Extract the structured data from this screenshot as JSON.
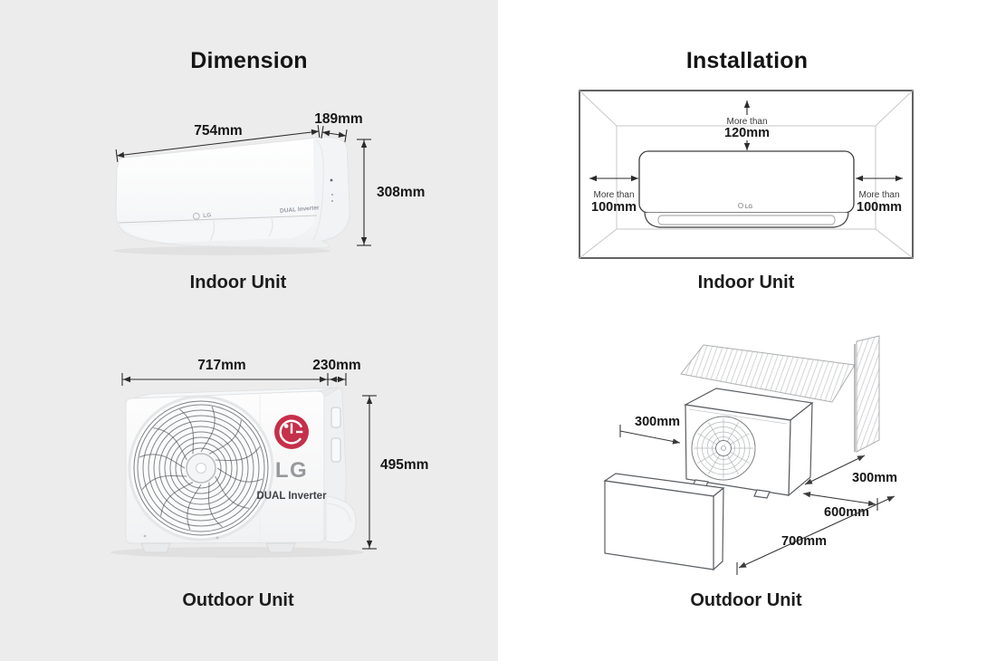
{
  "page": {
    "background_left": "#ececec",
    "background_right": "#ffffff"
  },
  "dimension": {
    "title": "Dimension",
    "indoor": {
      "caption": "Indoor Unit",
      "width": "754mm",
      "depth": "189mm",
      "height": "308mm",
      "brand": "LG",
      "badge": "DUAL Inverter"
    },
    "outdoor": {
      "caption": "Outdoor Unit",
      "width": "717mm",
      "depth": "230mm",
      "height": "495mm",
      "brand": "LG",
      "badge": "DUAL Inverter"
    }
  },
  "installation": {
    "title": "Installation",
    "indoor": {
      "caption": "Indoor Unit",
      "brand": "LG",
      "top": {
        "qualifier": "More than",
        "value": "120mm"
      },
      "left": {
        "qualifier": "More than",
        "value": "100mm"
      },
      "right": {
        "qualifier": "More than",
        "value": "100mm"
      }
    },
    "outdoor": {
      "caption": "Outdoor Unit",
      "side_clearance": "300mm",
      "back_clearance": "300mm",
      "service_clearance": "600mm",
      "front_clearance": "700mm"
    }
  },
  "colors": {
    "lg_red": "#c5304a",
    "annotation_line": "#2b2b2b",
    "text": "#141414"
  }
}
